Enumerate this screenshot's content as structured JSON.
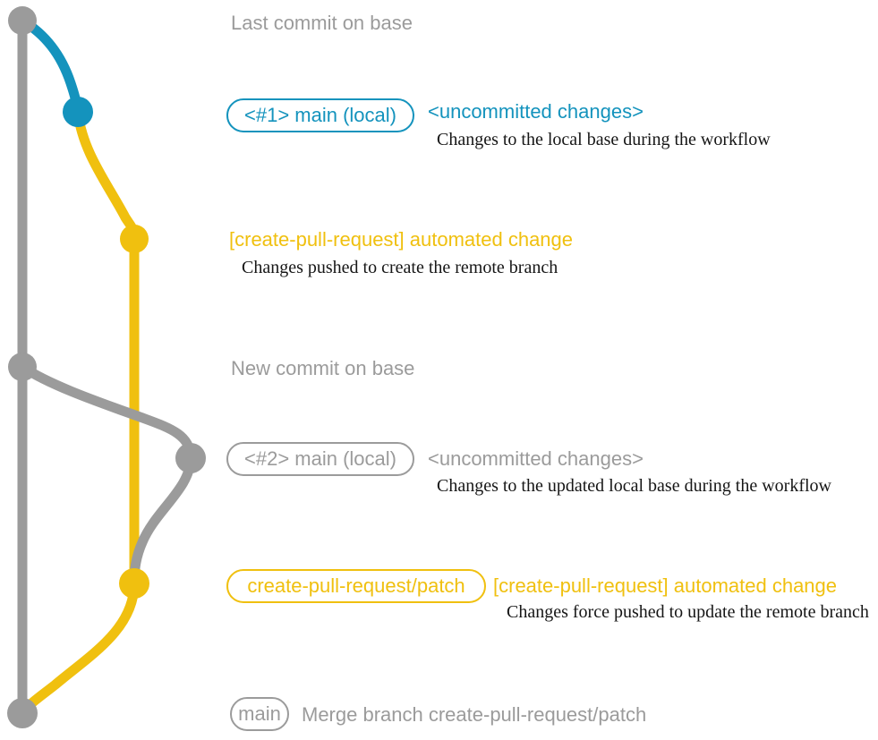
{
  "colors": {
    "gray": "#9b9b9b",
    "blue": "#1493bd",
    "yellow": "#f0c00f",
    "ink": "#161616"
  },
  "notes": {
    "last_commit": "Last commit on base",
    "new_commit": "New commit on base"
  },
  "rows": {
    "local_main_1": {
      "badge": "<#1> main (local)",
      "title": "<uncommitted changes>",
      "desc": "Changes to the local base during the workflow"
    },
    "patch_1": {
      "title": "[create-pull-request] automated change",
      "desc": "Changes pushed to create the remote branch"
    },
    "local_main_2": {
      "badge": "<#2> main (local)",
      "title": "<uncommitted changes>",
      "desc": "Changes to the updated local base during the workflow"
    },
    "patch_2": {
      "badge": "create-pull-request/patch",
      "title": "[create-pull-request] automated change",
      "desc": "Changes force pushed to update the remote branch"
    },
    "merge": {
      "badge": "main",
      "title": "Merge branch create-pull-request/patch"
    }
  },
  "graph": {
    "branches": [
      {
        "name": "base",
        "color_key": "gray"
      },
      {
        "name": "main-local",
        "color_key": "blue"
      },
      {
        "name": "main-local-updated",
        "color_key": "gray"
      },
      {
        "name": "create-pull-request/patch",
        "color_key": "yellow"
      }
    ],
    "commits": [
      {
        "name": "last-commit-on-base",
        "branch": "base",
        "label": "Last commit on base"
      },
      {
        "name": "uncommitted-changes-1",
        "branch": "main-local",
        "label": "<#1> main (local) <uncommitted changes>"
      },
      {
        "name": "automated-change-1",
        "branch": "create-pull-request/patch",
        "label": "[create-pull-request] automated change"
      },
      {
        "name": "new-commit-on-base",
        "branch": "base",
        "label": "New commit on base"
      },
      {
        "name": "uncommitted-changes-2",
        "branch": "main-local-updated",
        "label": "<#2> main (local) <uncommitted changes>"
      },
      {
        "name": "automated-change-2",
        "branch": "create-pull-request/patch",
        "label": "create-pull-request/patch [create-pull-request] automated change"
      },
      {
        "name": "merge-commit",
        "branch": "base",
        "label": "main Merge branch create-pull-request/patch"
      }
    ]
  }
}
